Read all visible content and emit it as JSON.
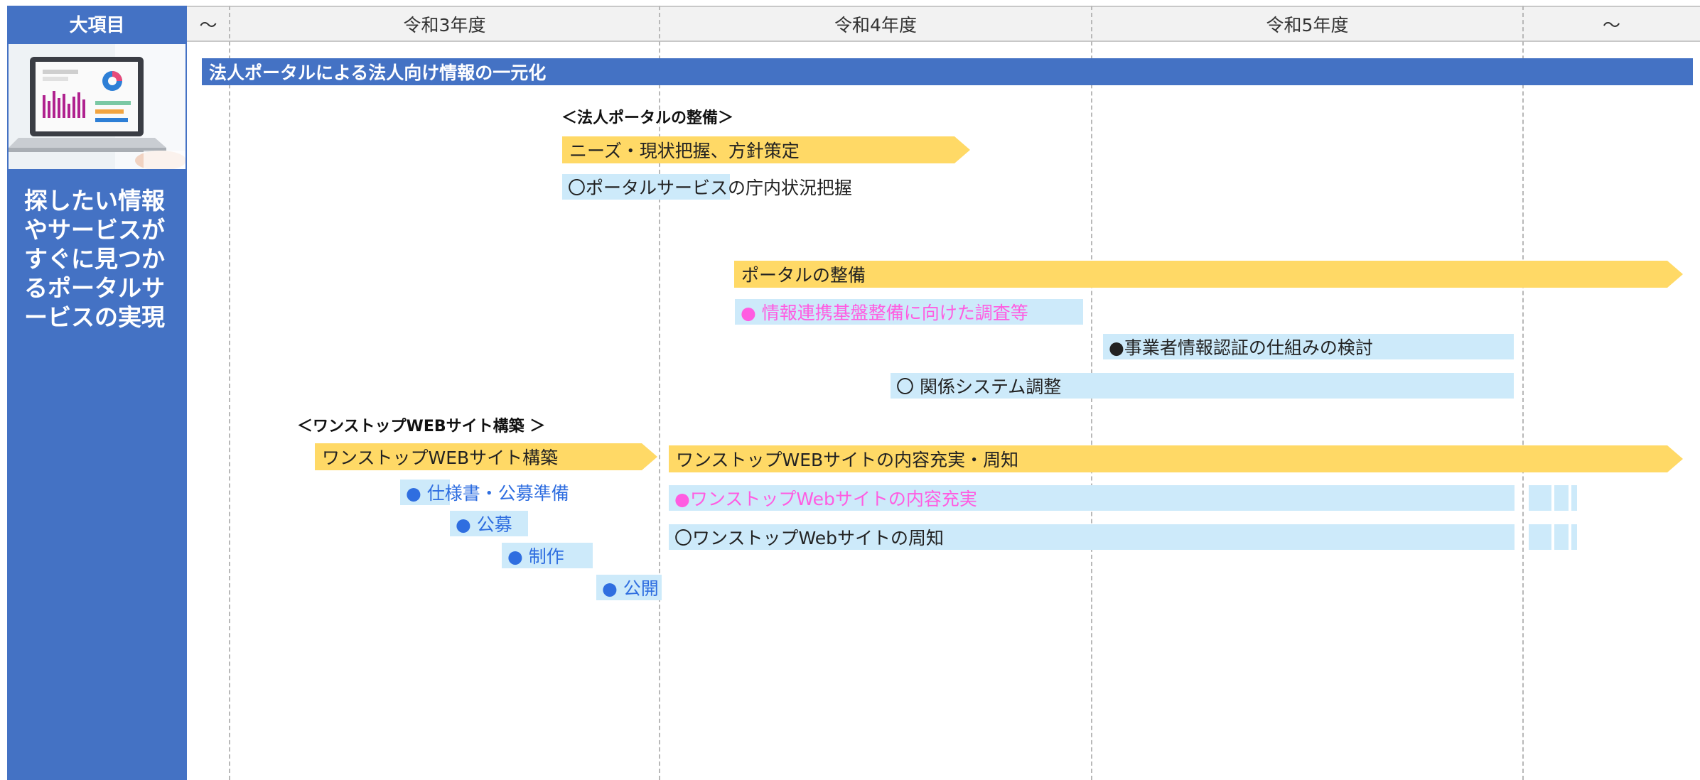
{
  "header": {
    "category_label": "大項目",
    "col_before": "～",
    "col_r3": "令和3年度",
    "col_r4": "令和4年度",
    "col_r5": "令和5年度",
    "col_after": "～"
  },
  "theme": "探したい情報やサービスがすぐに見つかるポータルサービスの実現",
  "banner": "法人ポータルによる法人向け情報の一元化",
  "portal": {
    "section_title": "＜法人ポータルの整備＞",
    "phase1": "ニーズ・現状把握、方針策定",
    "task1": "〇ポータルサービスの庁内状況把握",
    "phase2": "ポータルの整備",
    "task2": "● 情報連携基盤整備に向けた調査等",
    "task3": "●事業者情報認証の仕組みの検討",
    "task4": "〇 関係システム調整"
  },
  "onestop": {
    "section_title": "＜ワンストップWEBサイト構築 ＞",
    "phase1": "ワンストップWEBサイト構築",
    "phase2": "ワンストップWEBサイトの内容充実・周知",
    "task1": "● 仕様書・公募準備",
    "task2": "● 公募",
    "task3": "● 制作",
    "task4": "● 公開",
    "task5": "●ワンストップWebサイトの内容充実",
    "task6": "〇ワンストップWebサイトの周知"
  },
  "colors": {
    "theme_blue": "#4472c4",
    "phase_yellow": "#ffd966",
    "task_lightblue": "#cdeafa",
    "pink_text": "#ff5ce1",
    "blue_text": "#2f6ee0"
  },
  "image_alt": "laptop-dashboard-photo"
}
